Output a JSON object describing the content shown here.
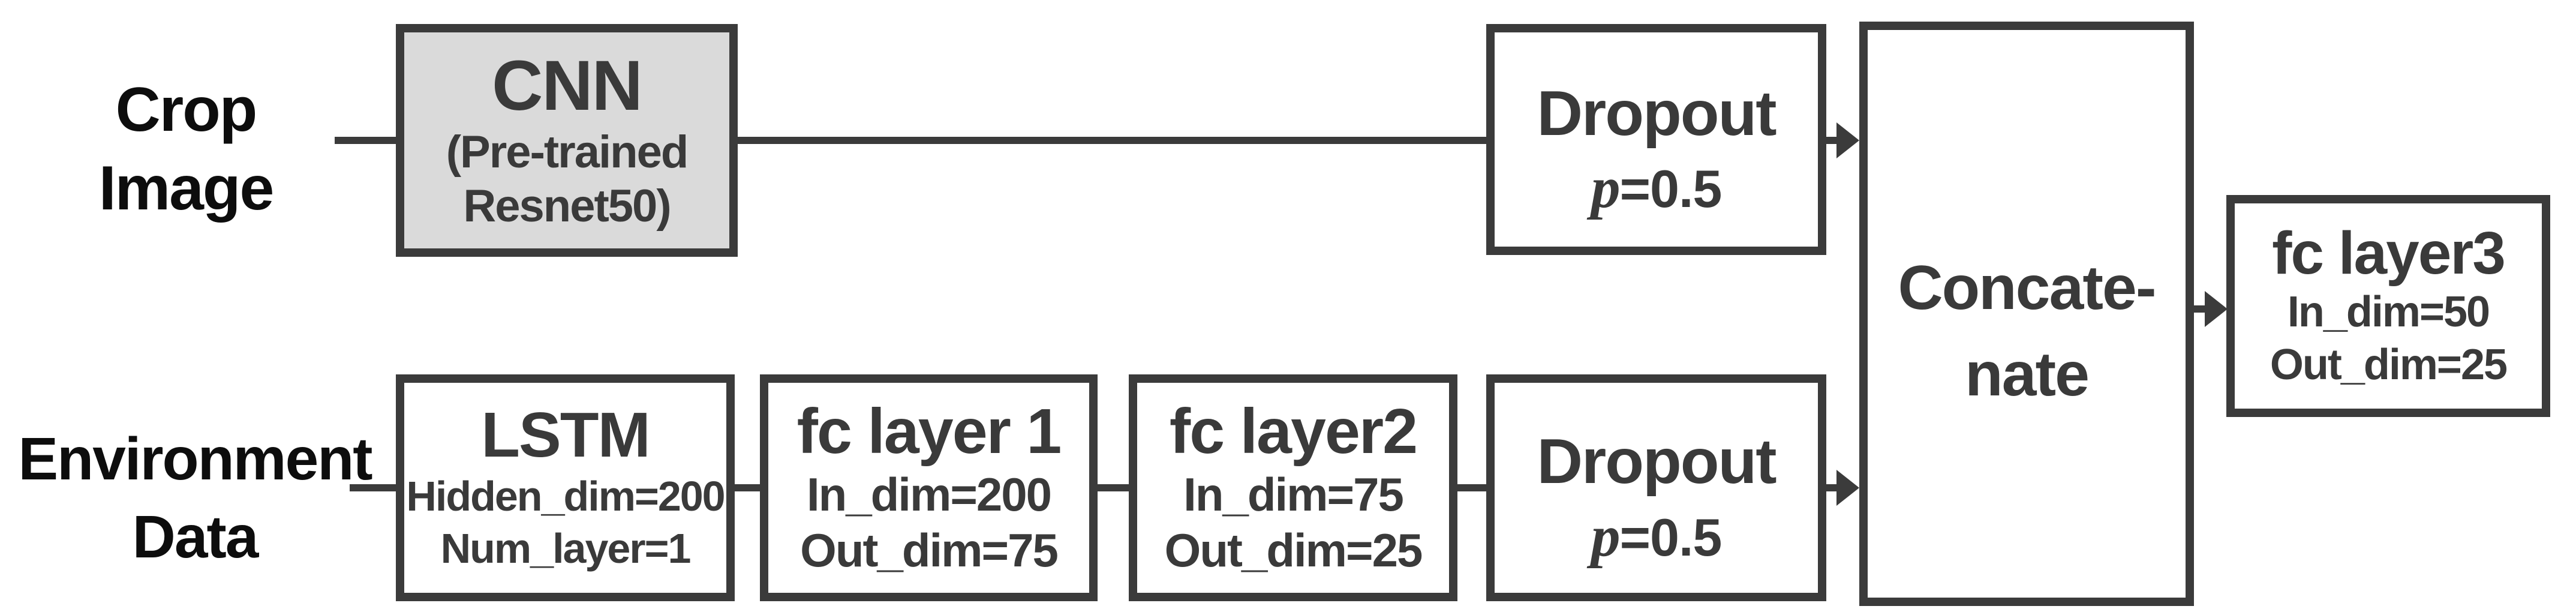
{
  "labels": {
    "crop_image": {
      "line1": "Crop",
      "line2": "Image"
    },
    "environment_data": {
      "line1": "Environment",
      "line2": "Data"
    }
  },
  "boxes": {
    "cnn": {
      "title": "CNN",
      "sub1": "(Pre-trained",
      "sub2": "Resnet50)"
    },
    "dropout_top": {
      "title": "Dropout",
      "param_symbol": "p",
      "param_value": "=0.5"
    },
    "lstm": {
      "title": "LSTM",
      "sub1": "Hidden_dim=200",
      "sub2": "Num_layer=1"
    },
    "fc1": {
      "title": "fc layer 1",
      "sub1": "In_dim=200",
      "sub2": "Out_dim=75"
    },
    "fc2": {
      "title": "fc layer2",
      "sub1": "In_dim=75",
      "sub2": "Out_dim=25"
    },
    "dropout_bottom": {
      "title": "Dropout",
      "param_symbol": "p",
      "param_value": "=0.5"
    },
    "concatenate": {
      "line1": "Concate-",
      "line2": "nate"
    },
    "fc3": {
      "title": "fc layer3",
      "sub1": "In_dim=50",
      "sub2": "Out_dim=25"
    }
  },
  "colors": {
    "border": "#3b3b3b",
    "box_text": "#3a3a3a",
    "label_text": "#0d0d0d",
    "cnn_fill": "#dadada",
    "box_fill": "#ffffff",
    "background": "#ffffff"
  }
}
